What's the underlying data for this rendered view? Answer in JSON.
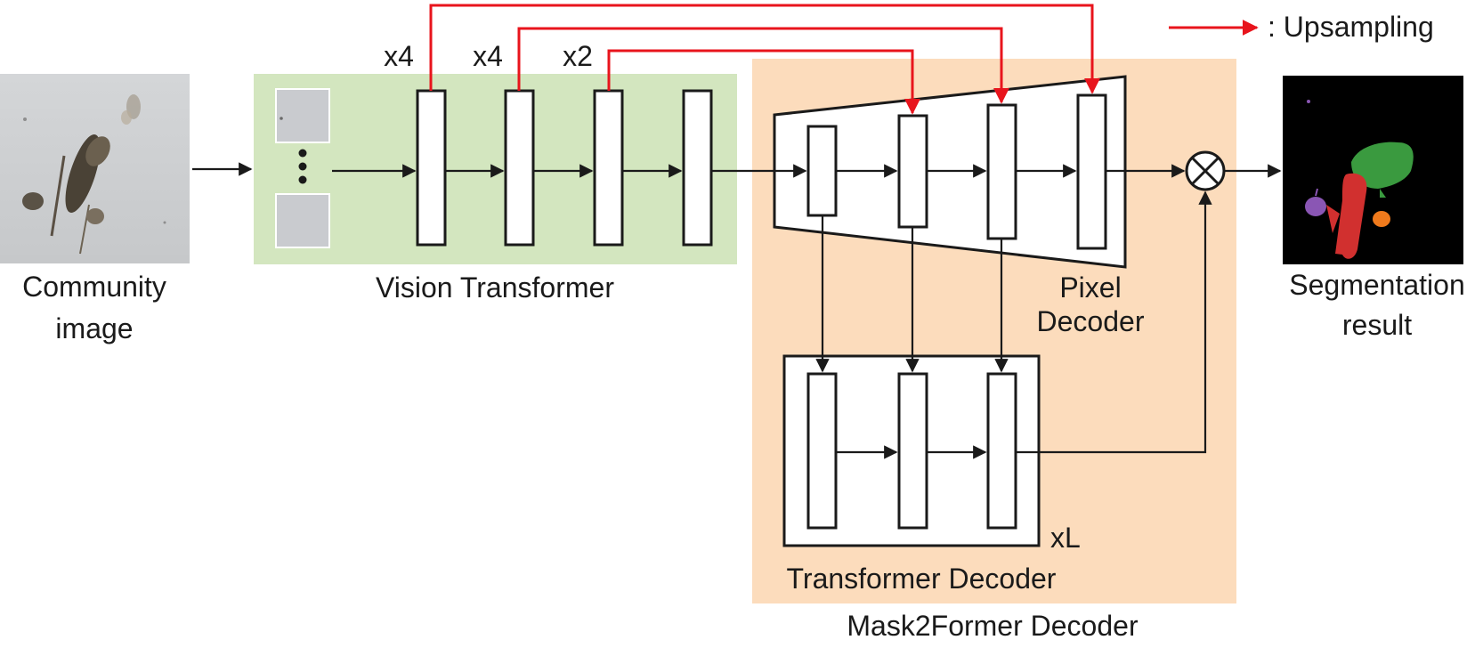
{
  "legend": {
    "upsampling_label": ": Upsampling"
  },
  "labels": {
    "community_line1": "Community",
    "community_line2": "image",
    "vision_transformer": "Vision Transformer",
    "pixel_line1": "Pixel",
    "pixel_line2": "Decoder",
    "transformer_decoder": "Transformer Decoder",
    "mask2former_decoder": "Mask2Former Decoder",
    "segmentation_line1": "Segmentation",
    "segmentation_line2": "result",
    "repeat_L": "xL"
  },
  "upsampling_factors": [
    "x4",
    "x4",
    "x2"
  ],
  "colors": {
    "vit_panel": "#d3e6bf",
    "mask2former_panel": "#fcdcbc",
    "upsampling_arrow": "#e8141c",
    "segmentation_masks": [
      "#3a9a3f",
      "#d1302f",
      "#8a56b4",
      "#f07a1c"
    ]
  }
}
